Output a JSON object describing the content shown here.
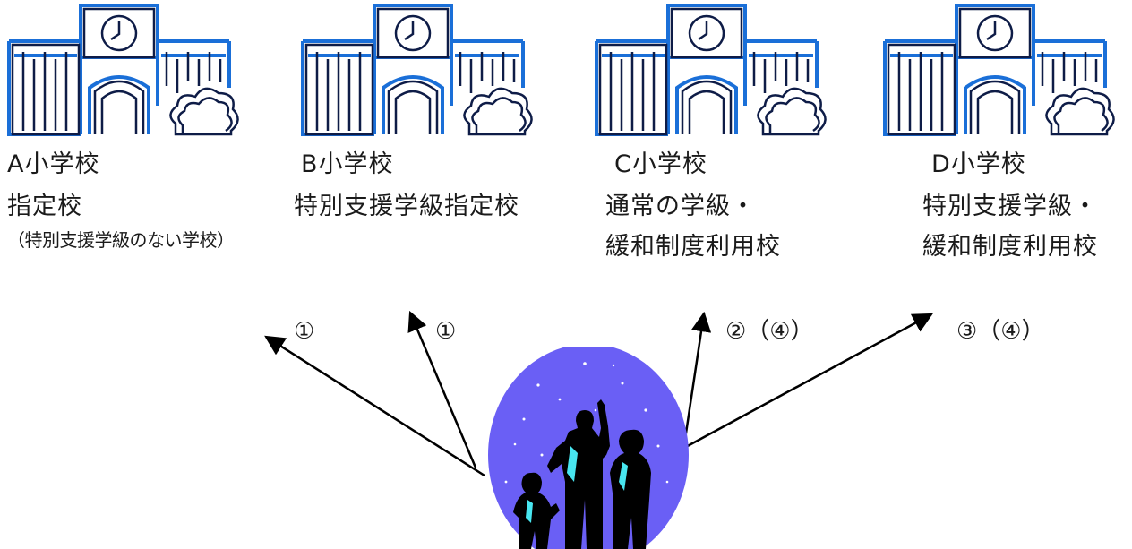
{
  "schools": [
    {
      "id": "a",
      "name": "A小学校",
      "lines": [
        "指定校"
      ],
      "note": "（特別支援学級のない学校）"
    },
    {
      "id": "b",
      "name": "B小学校",
      "lines": [
        "特別支援学級指定校"
      ],
      "note": ""
    },
    {
      "id": "c",
      "name": "C小学校",
      "lines": [
        "通常の学級・",
        "緩和制度利用校"
      ],
      "note": ""
    },
    {
      "id": "d",
      "name": "D小学校",
      "lines": [
        "特別支援学級・",
        "緩和制度利用校"
      ],
      "note": ""
    }
  ],
  "arrows": [
    {
      "id": "to-a",
      "label": "①"
    },
    {
      "id": "to-b",
      "label": "①"
    },
    {
      "id": "to-c",
      "label": "②（④）"
    },
    {
      "id": "to-d",
      "label": "③（④）"
    }
  ],
  "icons": {
    "building": "school-building-icon",
    "family": "family-silhouette-icon"
  },
  "colors": {
    "building_outline": "#1a6fd8",
    "building_stroke": "#0e1c47",
    "circle_fill": "#6a5ff5",
    "arrow": "#000000"
  }
}
